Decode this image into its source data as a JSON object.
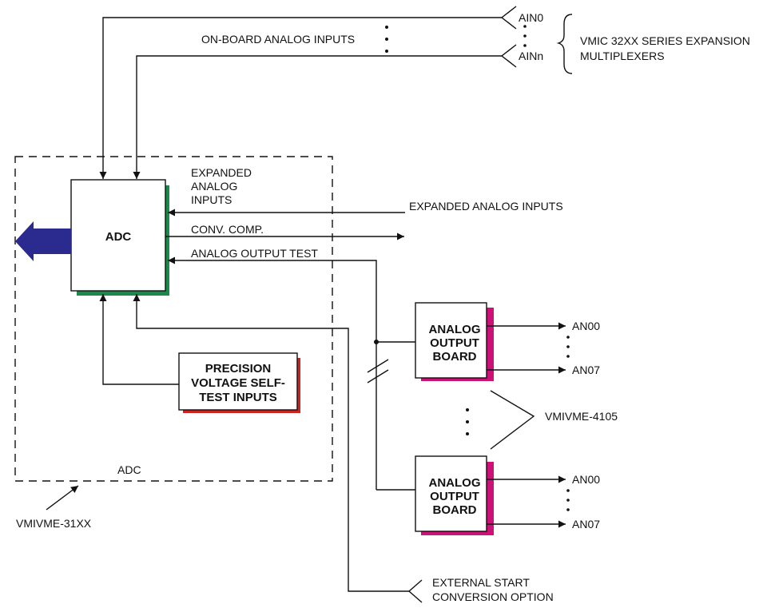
{
  "labels": {
    "ain0": "AIN0",
    "ainn": "AINn",
    "onboard": "ON-BOARD ANALOG INPUTS",
    "vmic_line1": "VMIC 32XX SERIES EXPANSION",
    "vmic_line2": "MULTIPLEXERS",
    "expanded_line1": "EXPANDED",
    "expanded_line2": "ANALOG",
    "expanded_line3": "INPUTS",
    "expanded_right": "EXPANDED ANALOG INPUTS",
    "conv_comp": "CONV. COMP.",
    "analog_output_test": "ANALOG OUTPUT TEST",
    "adc_box": "ADC",
    "adc_board": "ADC",
    "precision_line1": "PRECISION",
    "precision_line2": "VOLTAGE SELF-",
    "precision_line3": "TEST INPUTS",
    "aob_line1": "ANALOG",
    "aob_line2": "OUTPUT",
    "aob_line3": "BOARD",
    "an00": "AN00",
    "an07": "AN07",
    "vmivme4105": "VMIVME-4105",
    "vmivme31xx": "VMIVME-31XX",
    "ext_line1": "EXTERNAL START",
    "ext_line2": "CONVERSION OPTION"
  },
  "colors": {
    "adc_shadow": "#1a8a4a",
    "precision_shadow": "#cc2222",
    "aob_shadow": "#cc1177",
    "bus_arrow": "#2b2b8f"
  }
}
